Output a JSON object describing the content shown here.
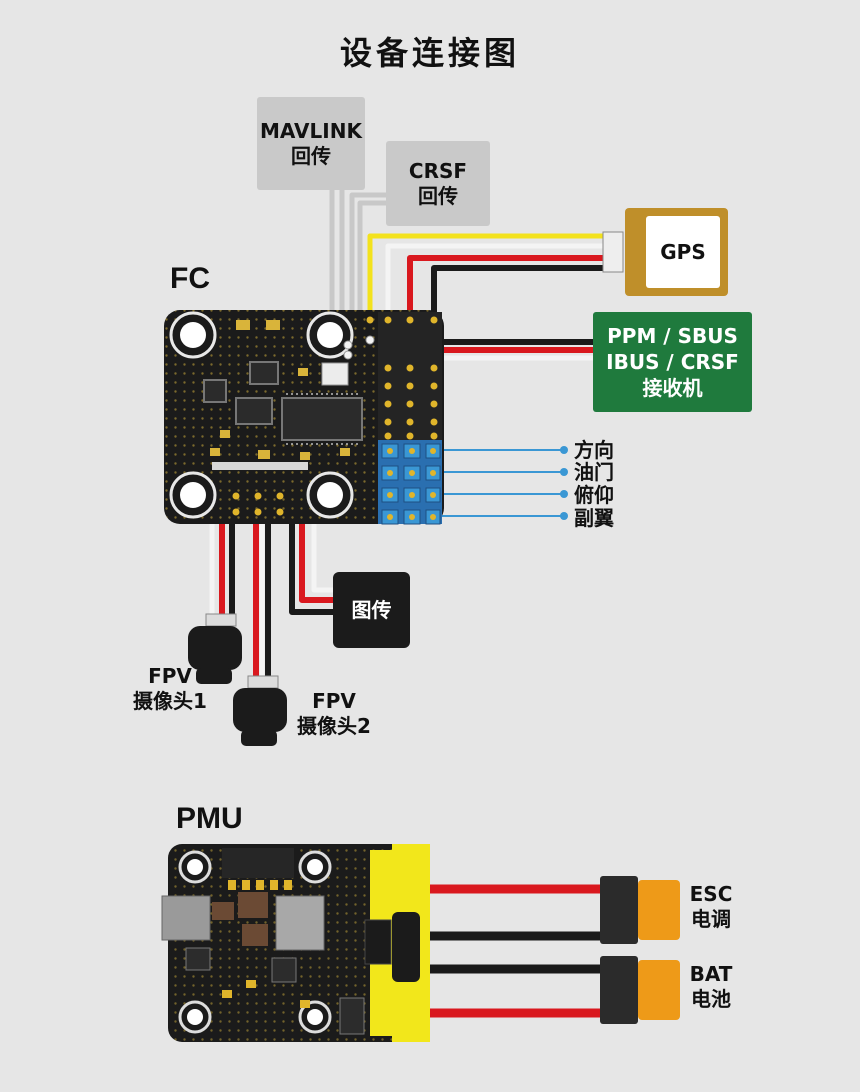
{
  "title": "设备连接图",
  "fc": {
    "label": "FC",
    "mavlink": {
      "line1": "MAVLINK",
      "line2": "回传"
    },
    "crsf": {
      "line1": "CRSF",
      "line2": "回传"
    },
    "gps": "GPS",
    "receiver": {
      "line1": "PPM / SBUS",
      "line2": "IBUS / CRSF",
      "line3": "接收机"
    },
    "servo_outputs": [
      "方向",
      "油门",
      "俯仰",
      "副翼"
    ],
    "vtx": "图传",
    "camera1": {
      "line1": "FPV",
      "line2": "摄像头1"
    },
    "camera2": {
      "line1": "FPV",
      "line2": "摄像头2"
    }
  },
  "pmu": {
    "label": "PMU",
    "esc": {
      "line1": "ESC",
      "line2": "电调"
    },
    "bat": {
      "line1": "BAT",
      "line2": "电池"
    }
  },
  "colors": {
    "background": "#e6e6e6",
    "board": "#1b1b1b",
    "yellow_wire": "#f3e21d",
    "red_wire": "#d9181e",
    "black_wire": "#1a1a1a",
    "white_wire": "#f4f4f4",
    "blue_wire": "#3a97d4",
    "receiver_green": "#1f7a3d",
    "gps_gold": "#bf8f2a",
    "connector_orange": "#ee9a18",
    "pmu_yellow": "#f2e71b"
  }
}
